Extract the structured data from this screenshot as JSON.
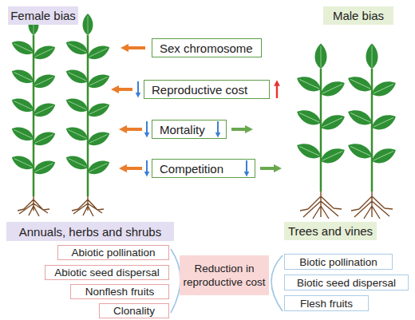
{
  "diagram": {
    "nodes": [
      {
        "text": [
          "Female bias"
        ]
      },
      {
        "text": [
          "Male bias"
        ]
      },
      {
        "text": [
          "Sex chromosome"
        ]
      },
      {
        "text": [
          "Reproductive cost"
        ]
      },
      {
        "text": [
          "Mortality"
        ]
      },
      {
        "text": [
          "Competition"
        ]
      },
      {
        "text": [
          "Annuals, herbs and shrubs"
        ]
      },
      {
        "text": [
          "Trees and vines"
        ]
      },
      {
        "text": [
          "Abiotic pollination"
        ]
      },
      {
        "text": [
          "Abiotic seed dispersal"
        ]
      },
      {
        "text": [
          "Nonflesh fruits"
        ]
      },
      {
        "text": [
          "Clonality"
        ]
      },
      {
        "text": [
          "Reduction in reproductive cost"
        ]
      },
      {
        "text": [
          "Biotic pollination"
        ]
      },
      {
        "text": [
          "Biotic seed dispersal"
        ]
      },
      {
        "text": [
          "Flesh fruits"
        ]
      }
    ]
  }
}
